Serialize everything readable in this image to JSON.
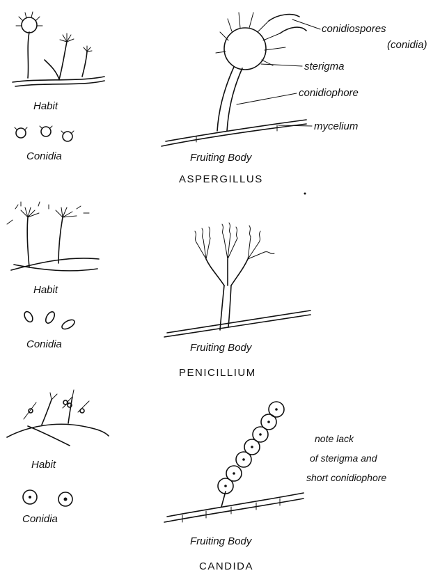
{
  "aspergillus": {
    "habit": "Habit",
    "conidia": "Conidia",
    "fruiting_body": "Fruiting Body",
    "title": "ASPERGILLUS",
    "labels": {
      "conidiospores": "conidiospores",
      "conidia_paren": "(conidia)",
      "sterigma": "sterigma",
      "conidiophore": "conidiophore",
      "mycelium": "mycelium"
    }
  },
  "penicillium": {
    "habit": "Habit",
    "conidia": "Conidia",
    "fruiting_body": "Fruiting Body",
    "title": "PENICILLIUM"
  },
  "candida": {
    "habit": "Habit",
    "conidia": "Conidia",
    "fruiting_body": "Fruiting Body",
    "title": "CANDIDA",
    "note": [
      "note lack",
      "of sterigma and",
      "short conidiophore"
    ]
  }
}
